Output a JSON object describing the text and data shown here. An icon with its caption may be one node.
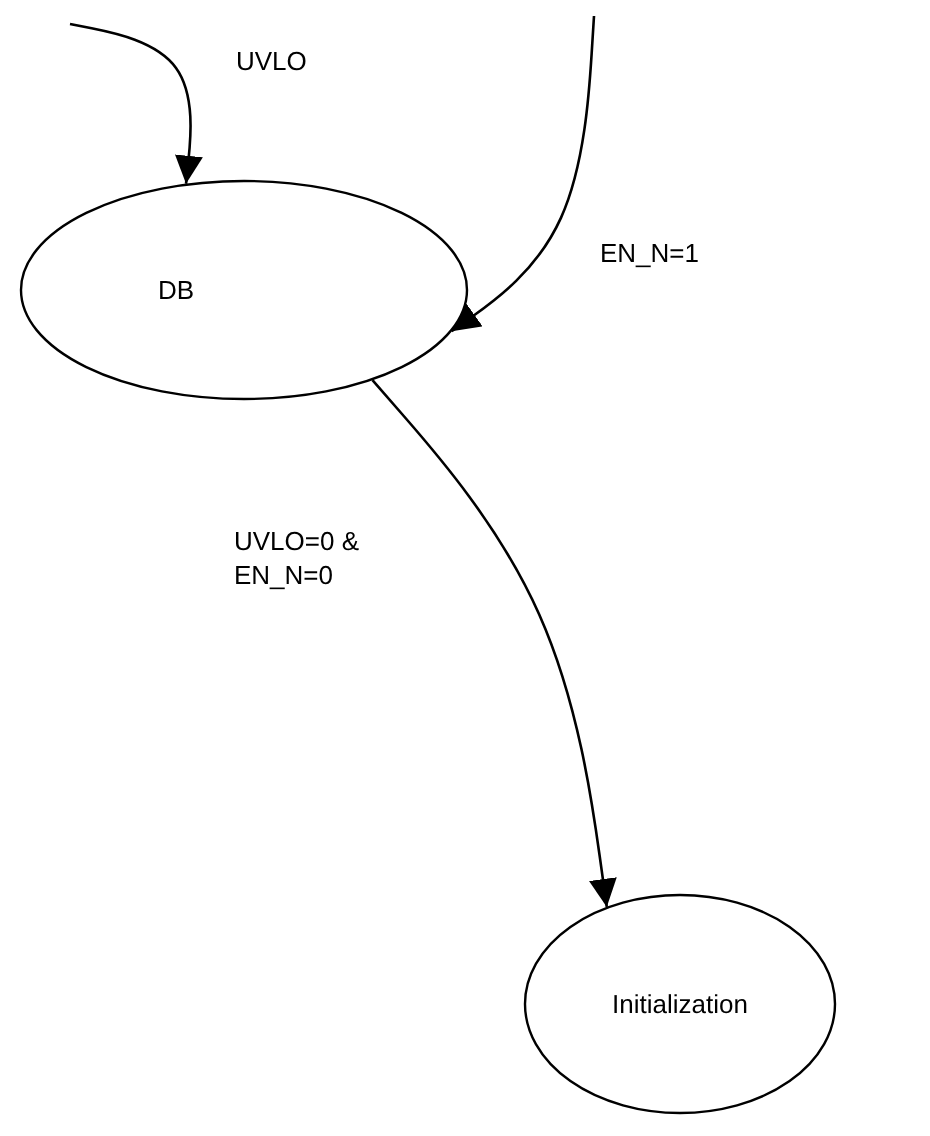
{
  "diagram": {
    "nodes": [
      {
        "text": [
          "DB"
        ]
      },
      {
        "text": [
          "Initialization"
        ]
      }
    ],
    "edges": [
      {
        "from": null,
        "to": 0,
        "arrow": "to",
        "label": "UVLO"
      },
      {
        "from": null,
        "to": 0,
        "arrow": "to",
        "label": "EN_N=1"
      },
      {
        "from": 0,
        "to": 1,
        "arrow": "to",
        "label": "UVLO=0 & EN_N=0"
      }
    ]
  }
}
